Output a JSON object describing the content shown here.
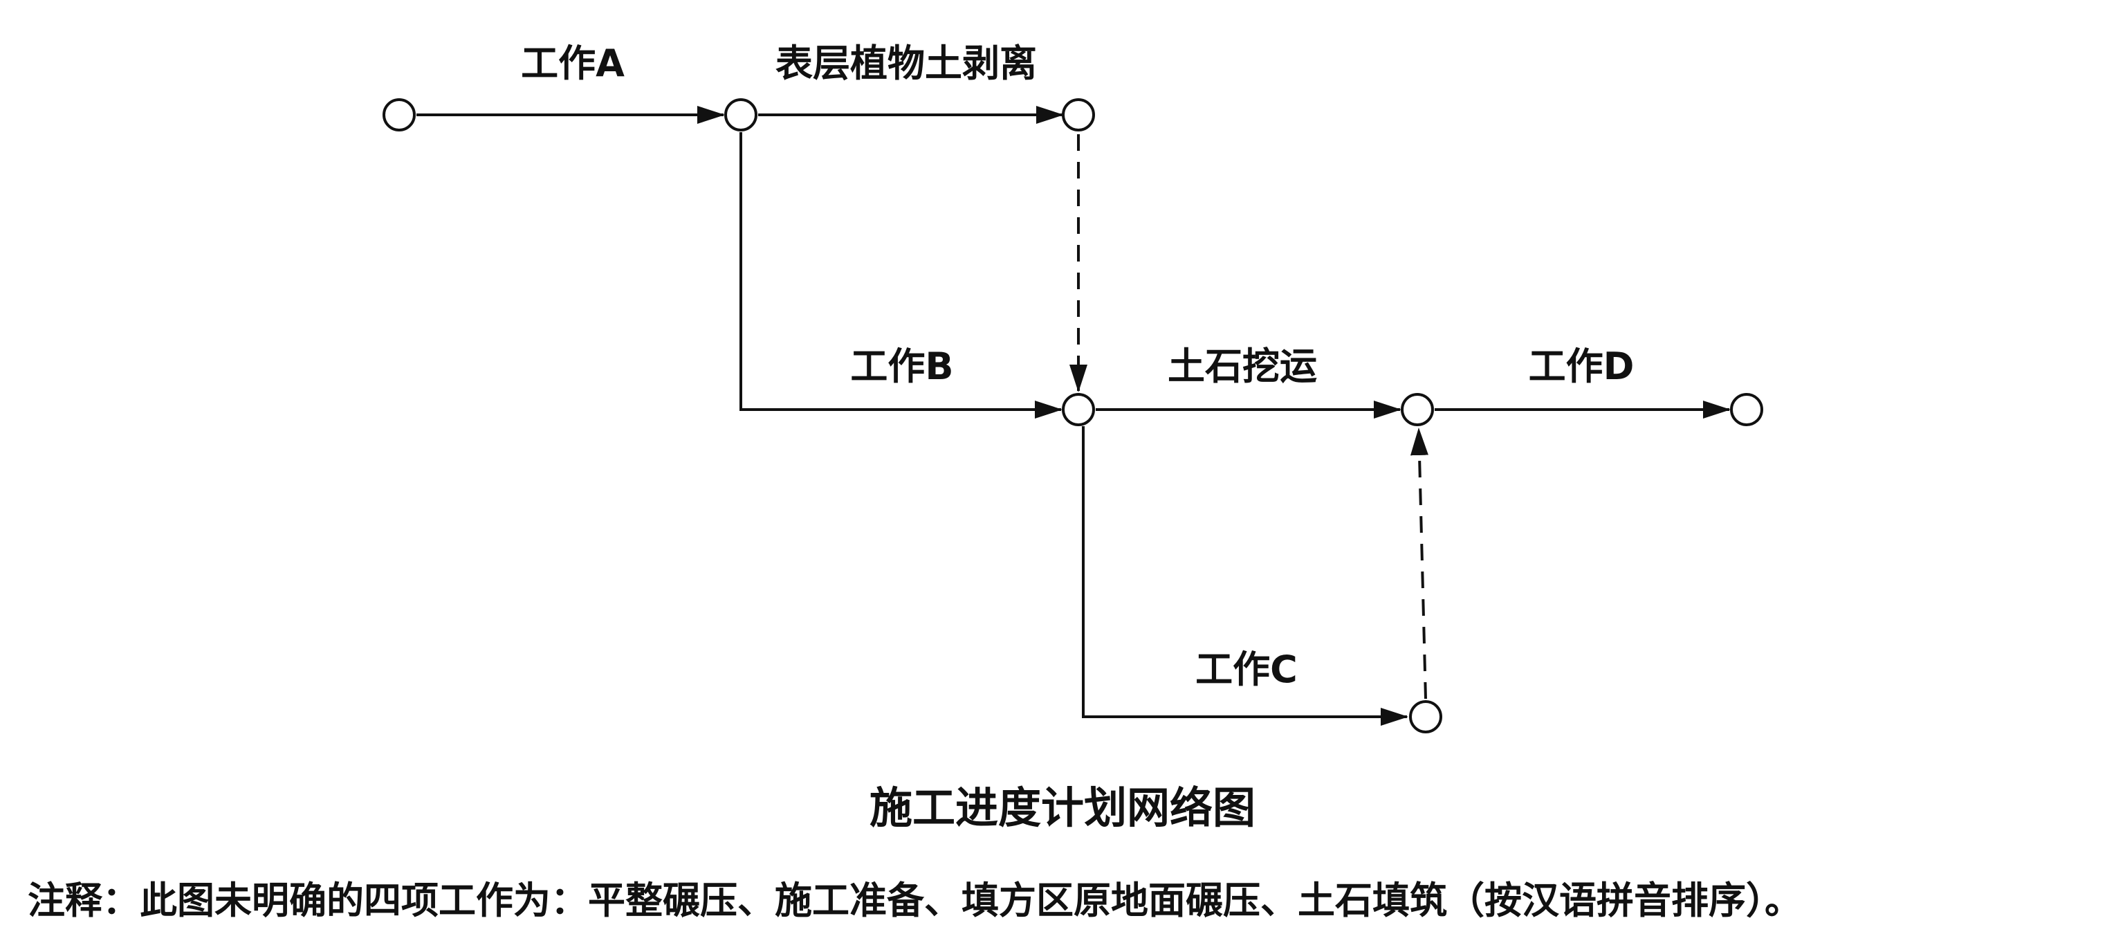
{
  "title": "施工进度计划网络图",
  "note": "注释：此图未明确的四项工作为：平整碾压、施工准备、填方区原地面碾压、土石填筑（按汉语拼音排序）。",
  "activities": {
    "a": "工作A",
    "strip": "表层植物土剥离",
    "b": "工作B",
    "haul": "土石挖运",
    "d": "工作D",
    "c": "工作C"
  }
}
